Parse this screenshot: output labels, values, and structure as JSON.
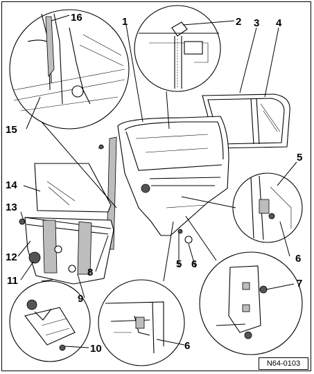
{
  "figure_id": "N64-0103",
  "callouts": {
    "c1": "1",
    "c2": "2",
    "c3": "3",
    "c4": "4",
    "c5a": "5",
    "c5b": "5",
    "c6a": "6",
    "c6b": "6",
    "c6c": "6",
    "c7": "7",
    "c8": "8",
    "c9": "9",
    "c10": "10",
    "c11": "11",
    "c12": "12",
    "c13": "13",
    "c14": "14",
    "c15": "15",
    "c16": "16"
  }
}
